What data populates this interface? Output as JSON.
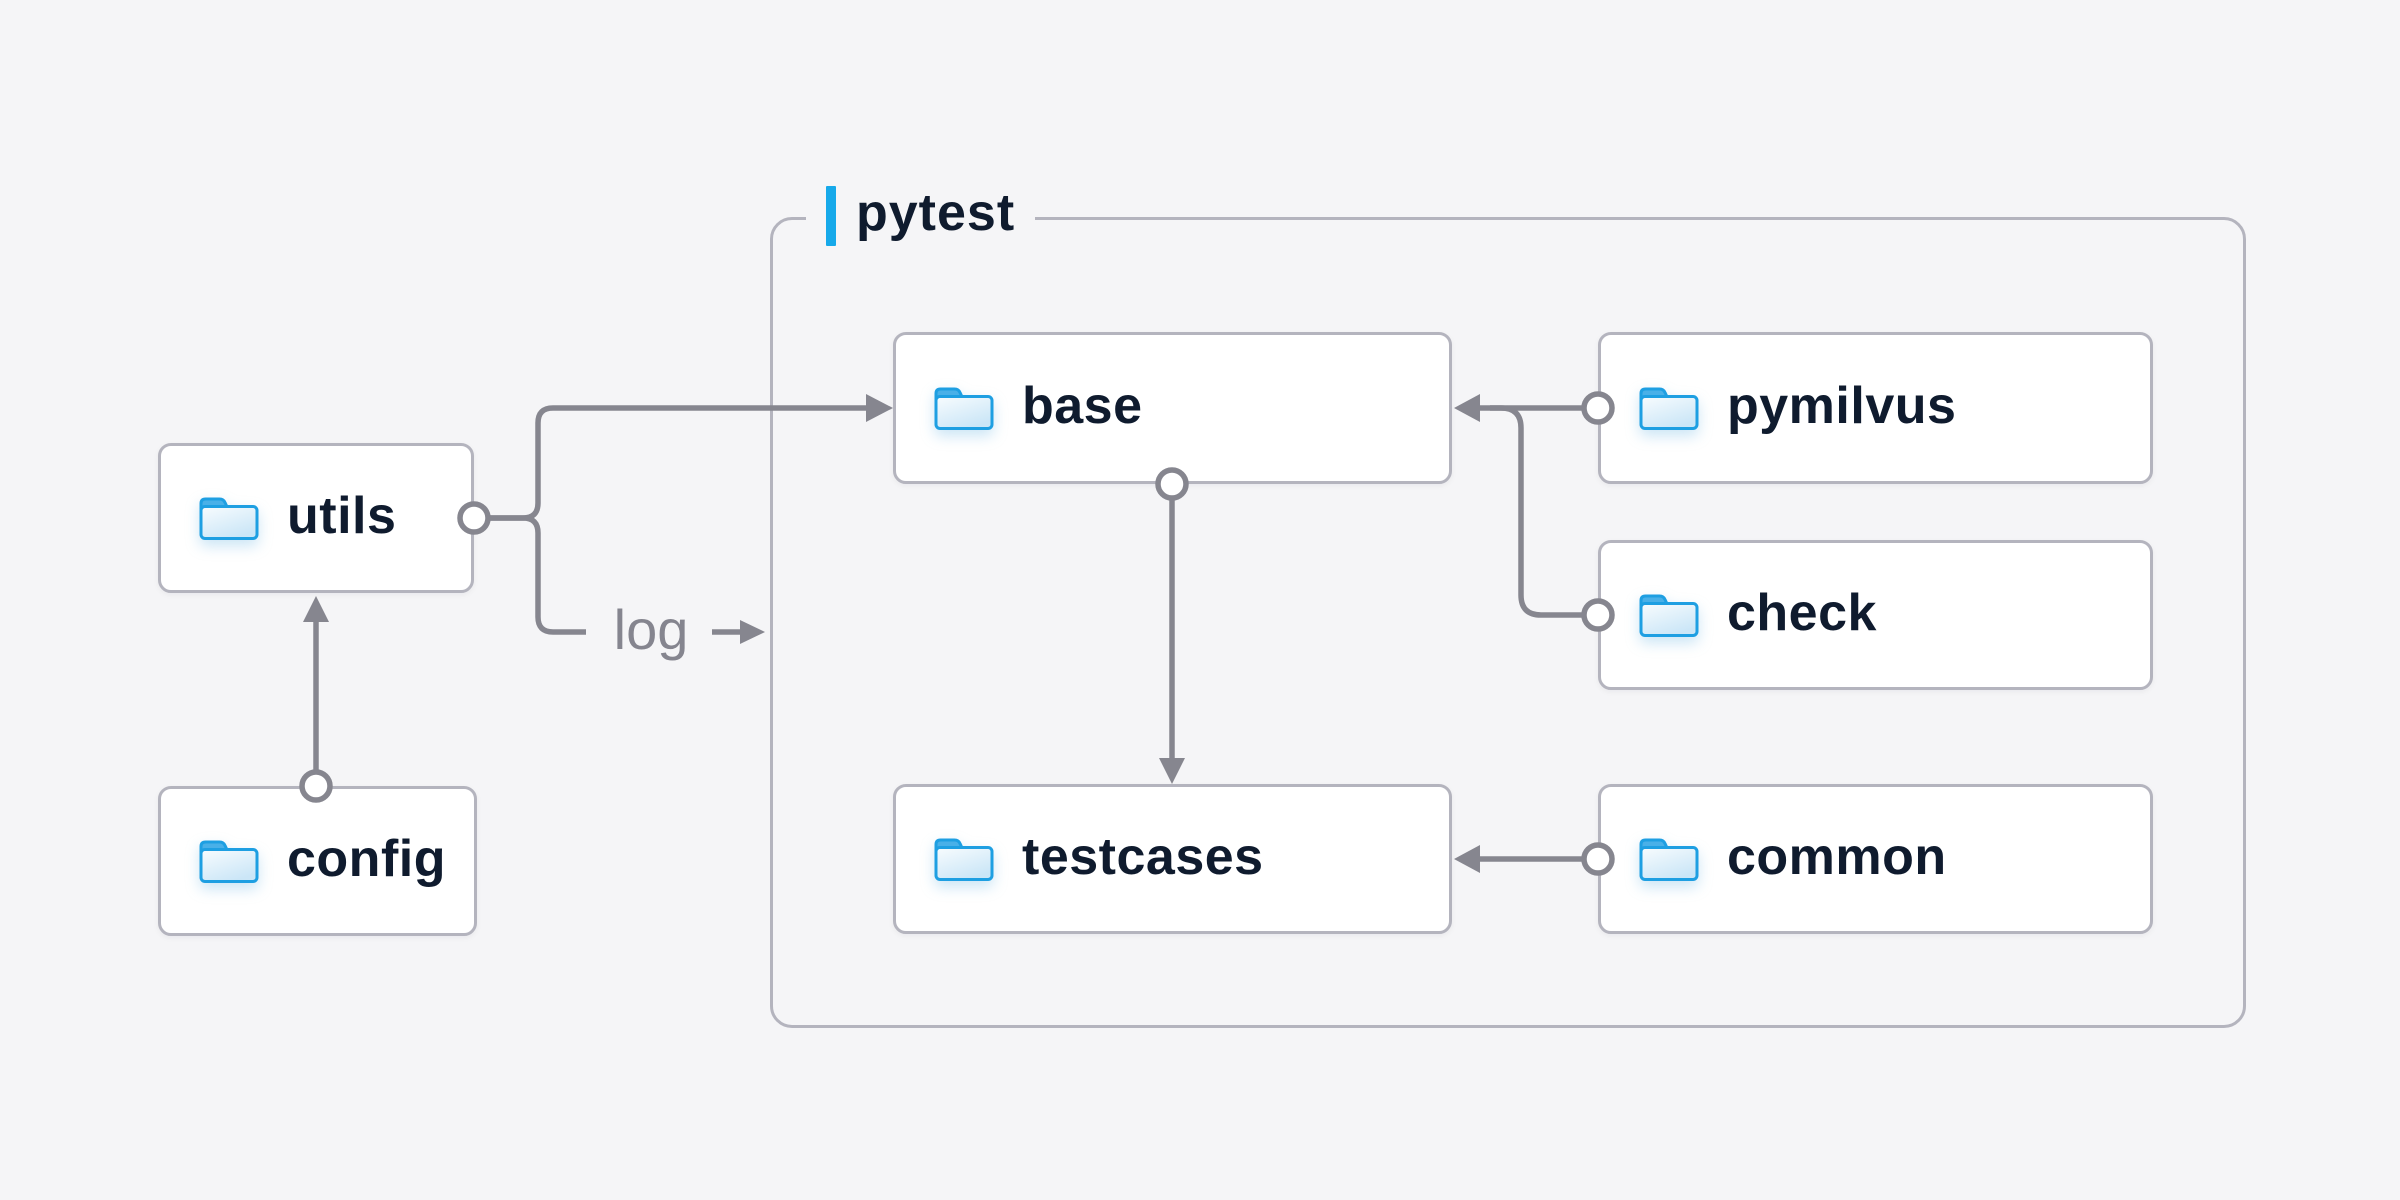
{
  "container": {
    "label": "pytest",
    "accent_color": "#16A9EA"
  },
  "nodes": [
    {
      "id": "utils",
      "label": "utils",
      "icon": "folder-icon",
      "location": "outside"
    },
    {
      "id": "config",
      "label": "config",
      "icon": "folder-icon",
      "location": "outside"
    },
    {
      "id": "base",
      "label": "base",
      "icon": "folder-icon",
      "location": "pytest"
    },
    {
      "id": "pymilvus",
      "label": "pymilvus",
      "icon": "folder-icon",
      "location": "pytest"
    },
    {
      "id": "check",
      "label": "check",
      "icon": "folder-icon",
      "location": "pytest"
    },
    {
      "id": "testcases",
      "label": "testcases",
      "icon": "folder-icon",
      "location": "pytest"
    },
    {
      "id": "common",
      "label": "common",
      "icon": "folder-icon",
      "location": "pytest"
    }
  ],
  "edges": [
    {
      "from": "utils",
      "to": "base",
      "arrow": true
    },
    {
      "from": "utils",
      "to": "pytest",
      "arrow": true,
      "label": "log"
    },
    {
      "from": "config",
      "to": "utils",
      "arrow": true
    },
    {
      "from": "base",
      "to": "testcases",
      "arrow": true
    },
    {
      "from": "pymilvus",
      "to": "base",
      "arrow": true
    },
    {
      "from": "check",
      "to": "base",
      "arrow": true
    },
    {
      "from": "common",
      "to": "testcases",
      "arrow": true
    }
  ],
  "edge_labels": {
    "log": "log"
  },
  "colors": {
    "page_background": "#F5F5F7",
    "box_fill": "#FFFFFF",
    "box_border": "#B4B4BE",
    "connector": "#86868F",
    "text": "#0F1B2E",
    "accent_blue": "#16A9EA",
    "folder_stroke": "#1E9FE2",
    "folder_tab_fill": "#49B0E8",
    "folder_body_fill_top": "#F8FCFE",
    "folder_body_fill_bottom": "#CBE6F7"
  }
}
